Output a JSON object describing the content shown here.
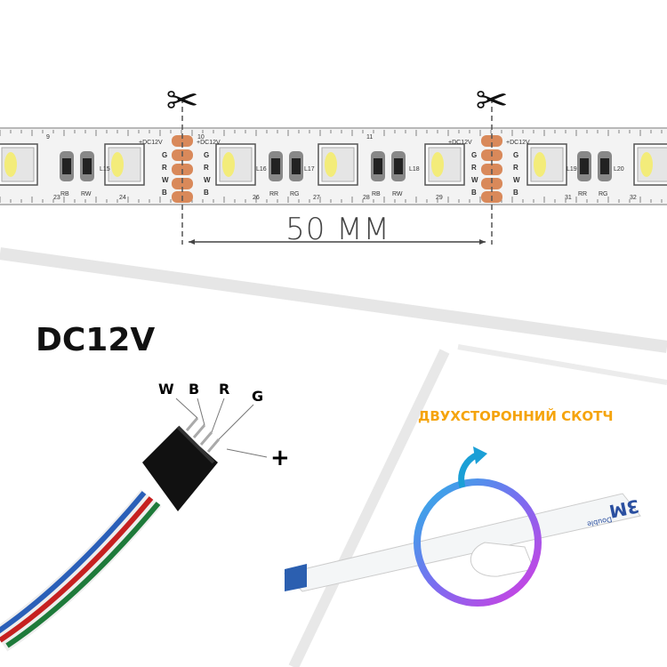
{
  "strip": {
    "voltage_marking": "+DC12V",
    "pad_labels": [
      "G",
      "R",
      "W",
      "B"
    ],
    "led_labels": [
      "L15",
      "L16",
      "L17",
      "L18",
      "L19",
      "L20"
    ],
    "resistor_labels": [
      "RB",
      "RW",
      "RR",
      "RG",
      "RB",
      "RW",
      "RR",
      "RG"
    ],
    "segment_numbers": [
      "9",
      "10",
      "11",
      "23",
      "24",
      "26",
      "27",
      "28",
      "29",
      "31",
      "32"
    ],
    "cut_length": "50 MM"
  },
  "connector": {
    "voltage": "DC12V",
    "pins": [
      "W",
      "B",
      "R",
      "G"
    ],
    "plus": "+"
  },
  "tape": {
    "caption": "ДВУХСТОРОННИЙ СКОТЧ",
    "brand": "3M",
    "brand_sub": "Double"
  },
  "colors": {
    "pad": "#d9895a",
    "caption": "#f4a20c",
    "ring_a": "#2bb3e6",
    "ring_b": "#d63be0"
  }
}
